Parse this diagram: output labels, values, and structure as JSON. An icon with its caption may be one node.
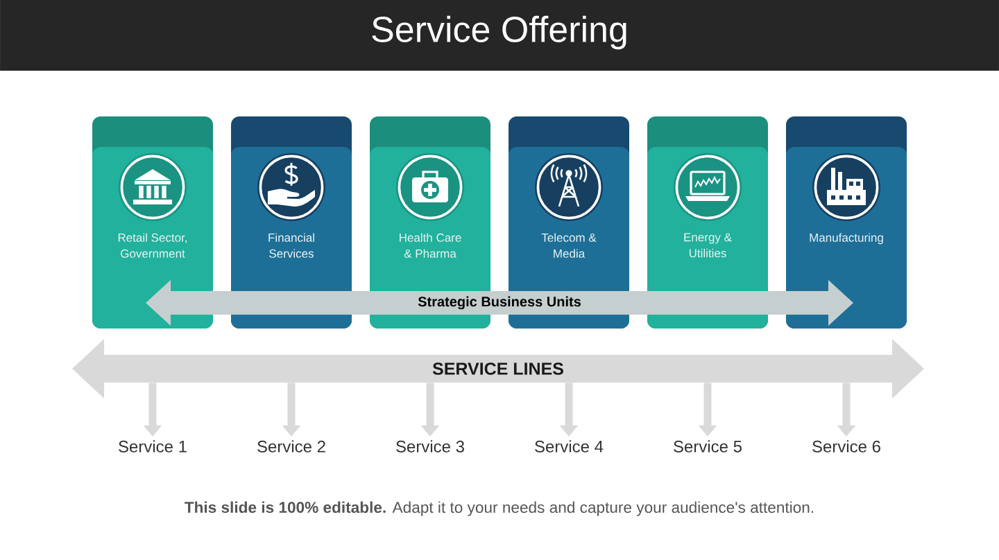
{
  "diagram": {
    "title": "Service Offering",
    "nodes": [
      {
        "text": [
          "Retail Sector, Government"
        ]
      },
      {
        "text": [
          "Financial Services"
        ]
      },
      {
        "text": [
          "Health Care & Pharma"
        ]
      },
      {
        "text": [
          "Telecom & Media"
        ]
      },
      {
        "text": [
          "Energy & Utilities"
        ]
      },
      {
        "text": [
          "Manufacturing"
        ]
      },
      {
        "text": [
          "Strategic Business Units"
        ]
      },
      {
        "text": [
          "SERVICE LINES"
        ]
      },
      {
        "text": [
          "Service 1"
        ]
      },
      {
        "text": [
          "Service 2"
        ]
      },
      {
        "text": [
          "Service 3"
        ]
      },
      {
        "text": [
          "Service 4"
        ]
      },
      {
        "text": [
          "Service 5"
        ]
      },
      {
        "text": [
          "Service 6"
        ]
      }
    ],
    "edges": [
      {
        "from": 7,
        "to": 8,
        "arrow": "to"
      },
      {
        "from": 7,
        "to": 9,
        "arrow": "to"
      },
      {
        "from": 7,
        "to": 10,
        "arrow": "to"
      },
      {
        "from": 7,
        "to": 11,
        "arrow": "to"
      },
      {
        "from": 7,
        "to": 12,
        "arrow": "to"
      },
      {
        "from": 7,
        "to": 13,
        "arrow": "to"
      }
    ],
    "caption": "**This slide is 100% editable.** Adapt it to your needs and capture your audience's attention."
  }
}
